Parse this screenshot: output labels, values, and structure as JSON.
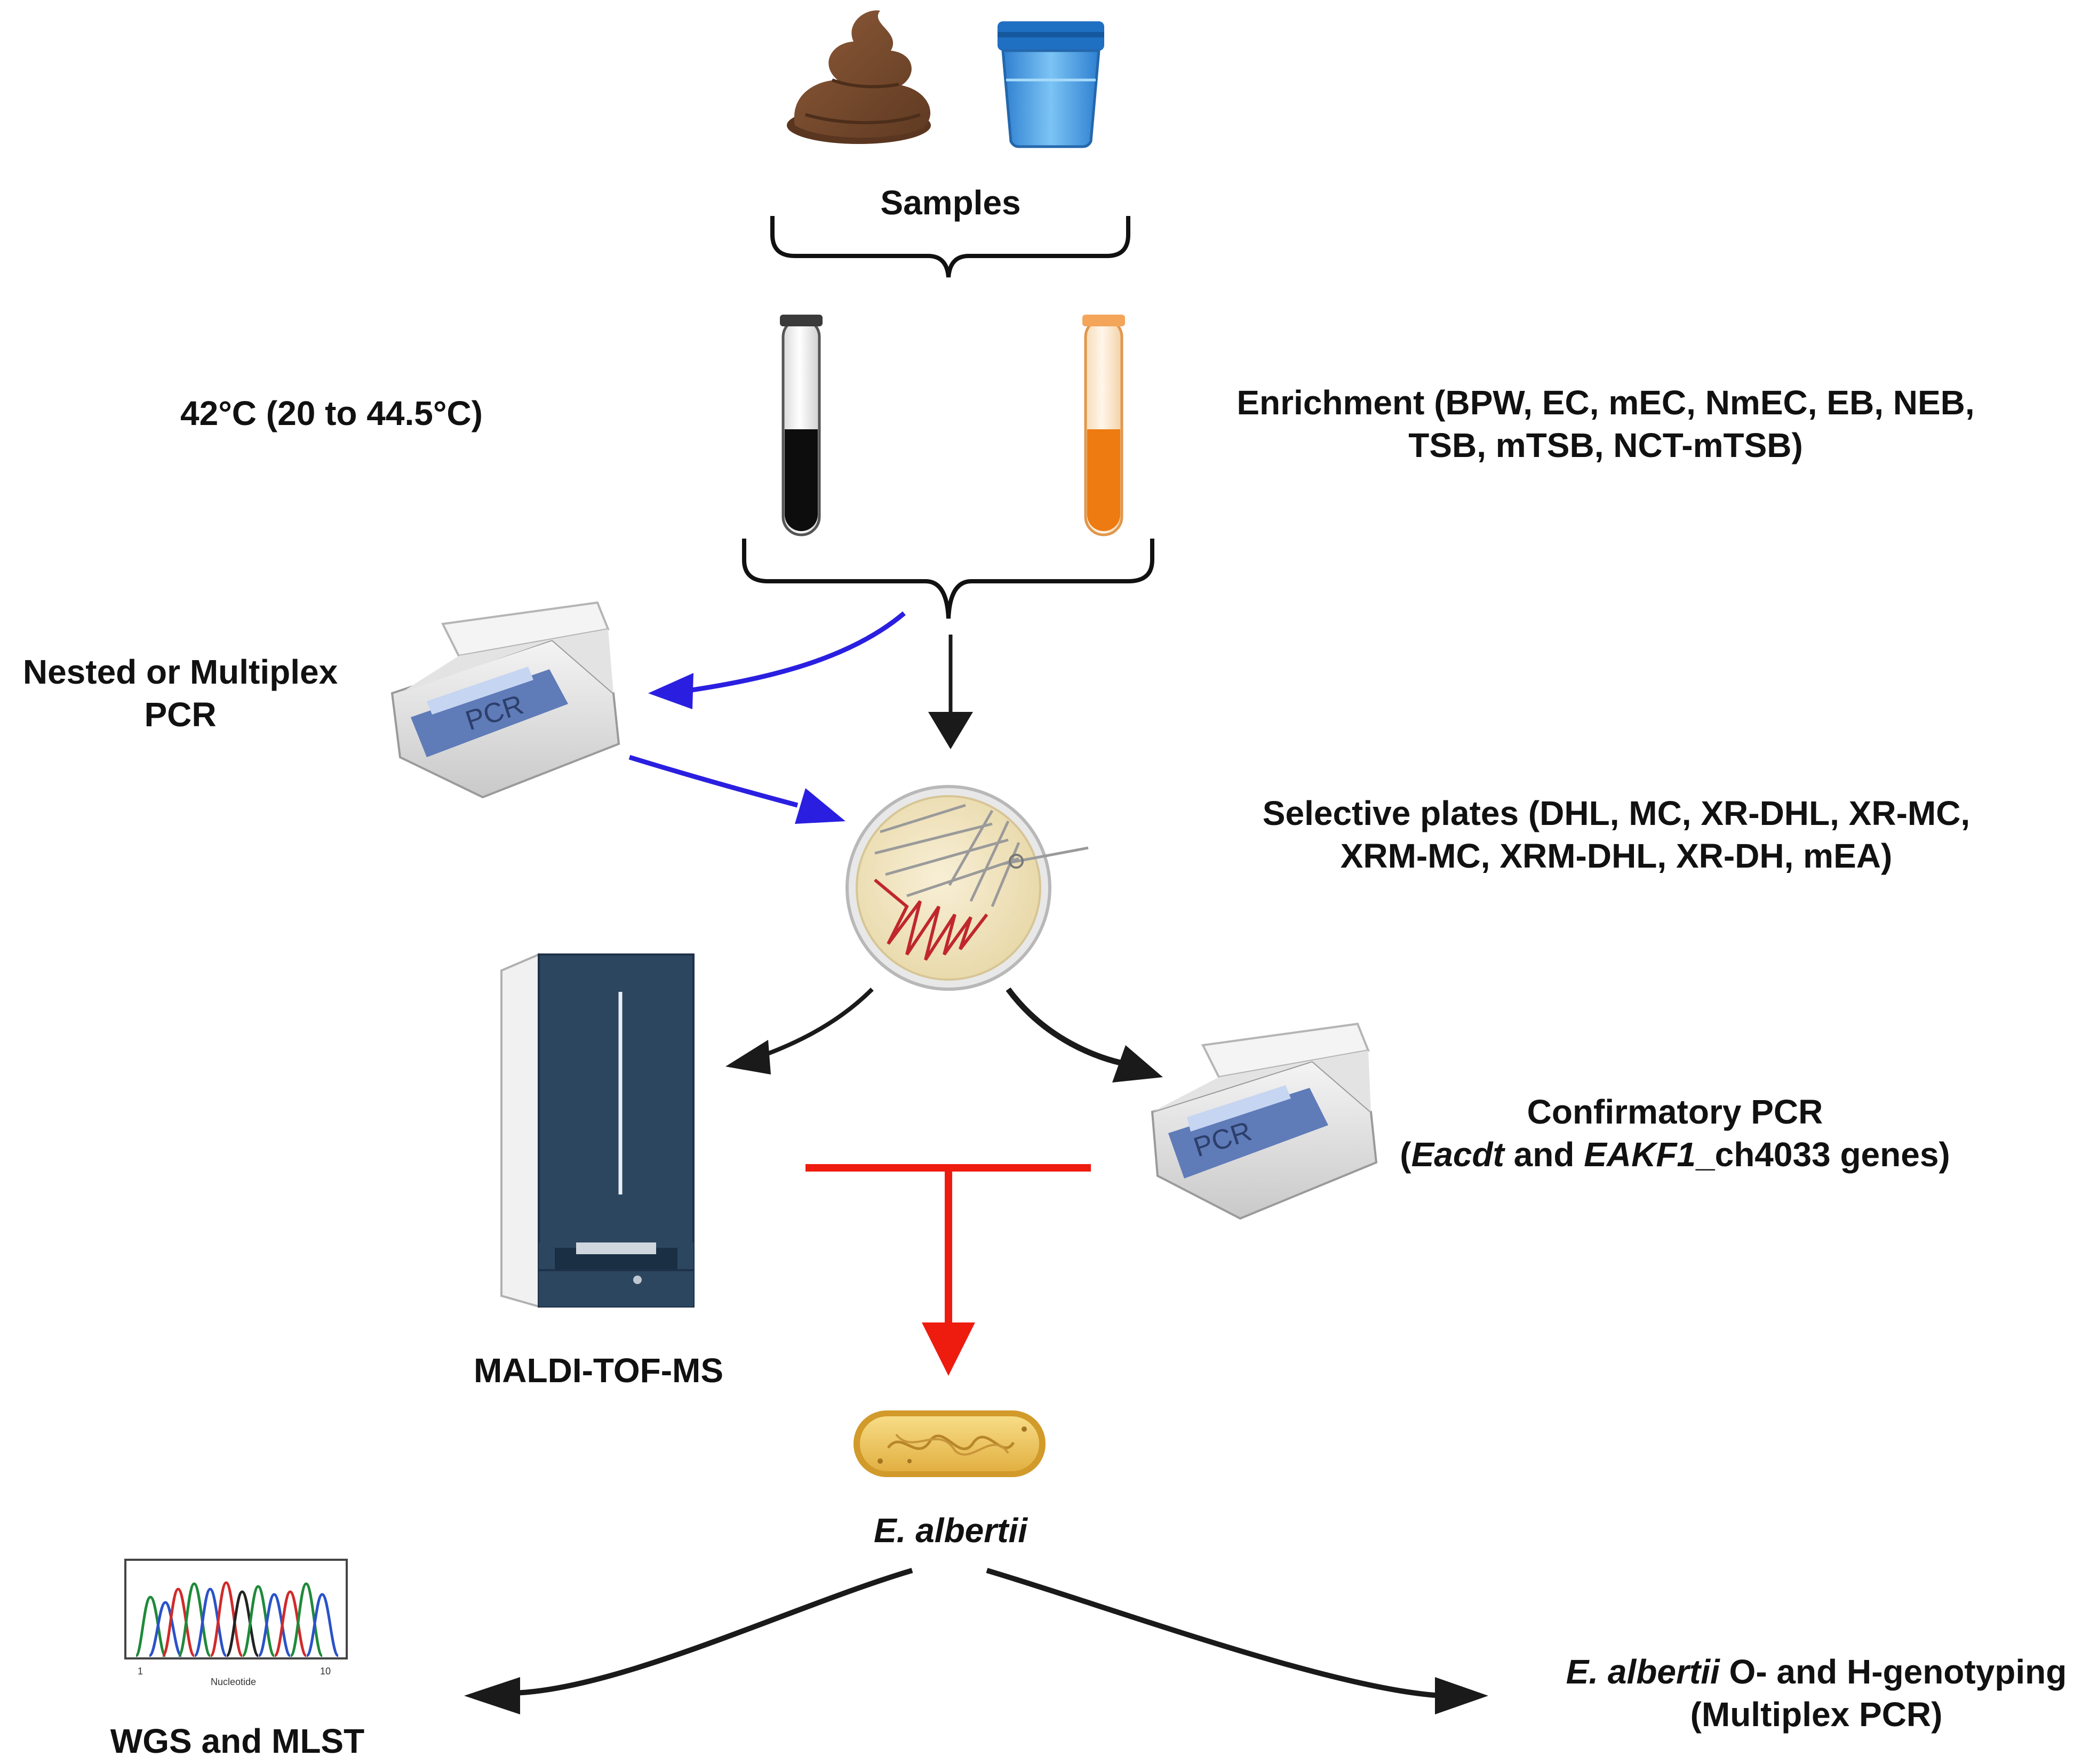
{
  "labels": {
    "samples": "Samples",
    "temperature": "42°C (20 to 44.5°C)",
    "enrichment_line1": "Enrichment (BPW, EC, mEC, NmEC, EB, NEB,",
    "enrichment_line2": "TSB, mTSB, NCT-mTSB)",
    "nested_pcr_line1": "Nested or Multiplex",
    "nested_pcr_line2": "PCR",
    "selective_line1": "Selective plates (DHL, MC, XR-DHL, XR-MC,",
    "selective_line2": "XRM-MC, XRM-DHL, XR-DH, mEA)",
    "maldi": "MALDI-TOF-MS",
    "confirmatory_line1": "Confirmatory PCR",
    "confirmatory_open": "(",
    "confirmatory_gene1": "Eacdt",
    "confirmatory_and": " and ",
    "confirmatory_gene2": "EAKF1",
    "confirmatory_rest": "_ch4033 genes)",
    "species": "E. albertii",
    "wgs": "WGS and MLST",
    "genotyping_species": "E. albertii",
    "genotyping_rest": " O- and H-genotyping",
    "genotyping_line2": "(Multiplex PCR)"
  },
  "device": {
    "pcr_screen_text": "PCR"
  },
  "chromatogram": {
    "x_label": "Nucleotide",
    "tick_start": "1",
    "tick_end": "10"
  },
  "colors": {
    "text": "#111111",
    "black_arrow": "#1a1a1a",
    "blue_arrow": "#2a1fe0",
    "red_arrow": "#ee1c0f",
    "feces": "#7a4a2c",
    "water_cup": "#4aa3e8",
    "tube_black": "#0d0d0d",
    "tube_orange": "#ee7a12",
    "agar": "#f1e5c3",
    "streak": "#c0272d",
    "maldi_body": "#2d4660",
    "pcr_screen": "#5f7bb8",
    "bacterium": "#f0c75a"
  },
  "icons": [
    "feces-icon",
    "sample-cup-icon",
    "test-tube-icon",
    "pcr-machine-icon",
    "petri-dish-icon",
    "maldi-tof-instrument-icon",
    "bacterium-icon",
    "sequencing-chromatogram-icon"
  ]
}
